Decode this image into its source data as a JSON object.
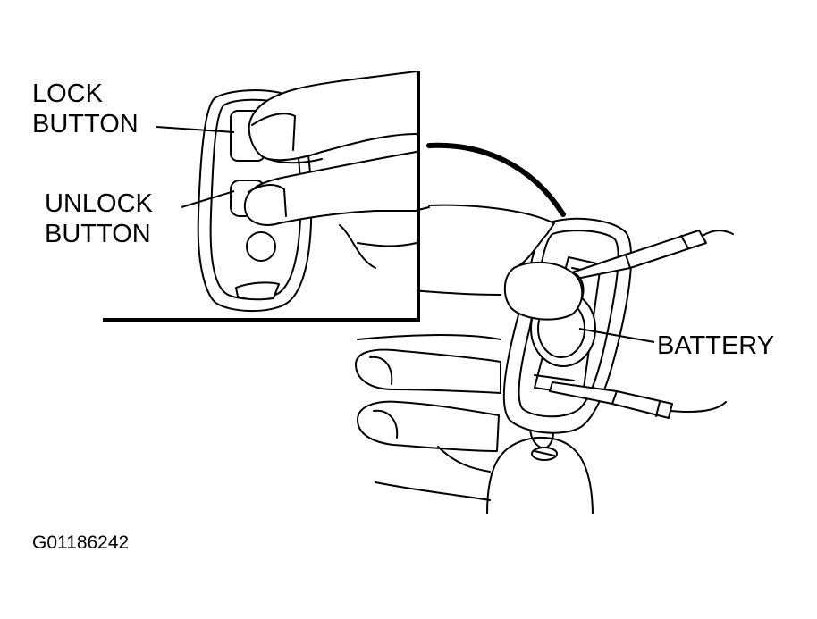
{
  "labels": {
    "lock_button": "LOCK\nBUTTON",
    "unlock_button": "UNLOCK\nBUTTON",
    "battery": "BATTERY",
    "figure_id": "G01186242"
  },
  "colors": {
    "ink": "#000000",
    "paper": "#ffffff"
  }
}
